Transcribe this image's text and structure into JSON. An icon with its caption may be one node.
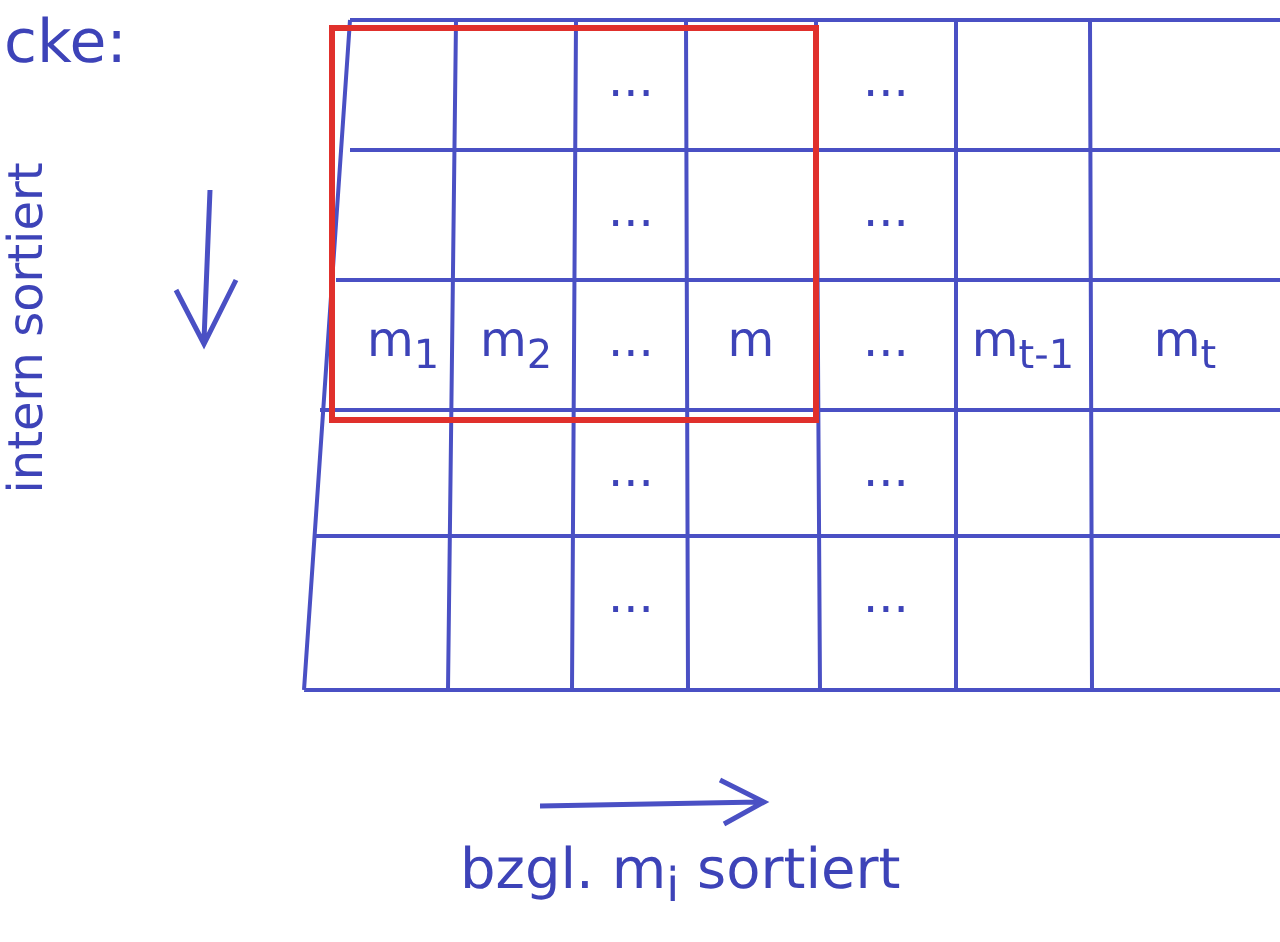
{
  "diagram": {
    "labels": [
      "cke:",
      "intern sortiert",
      "...",
      "...",
      "...",
      "...",
      "m$_{1}$",
      "m$_{2}$",
      "...",
      "m",
      "...",
      "m$_{t-1}$",
      "m$_{t}$",
      "...",
      "...",
      "...",
      "...",
      "bzgl. m$_{i}$ sortiert"
    ]
  }
}
